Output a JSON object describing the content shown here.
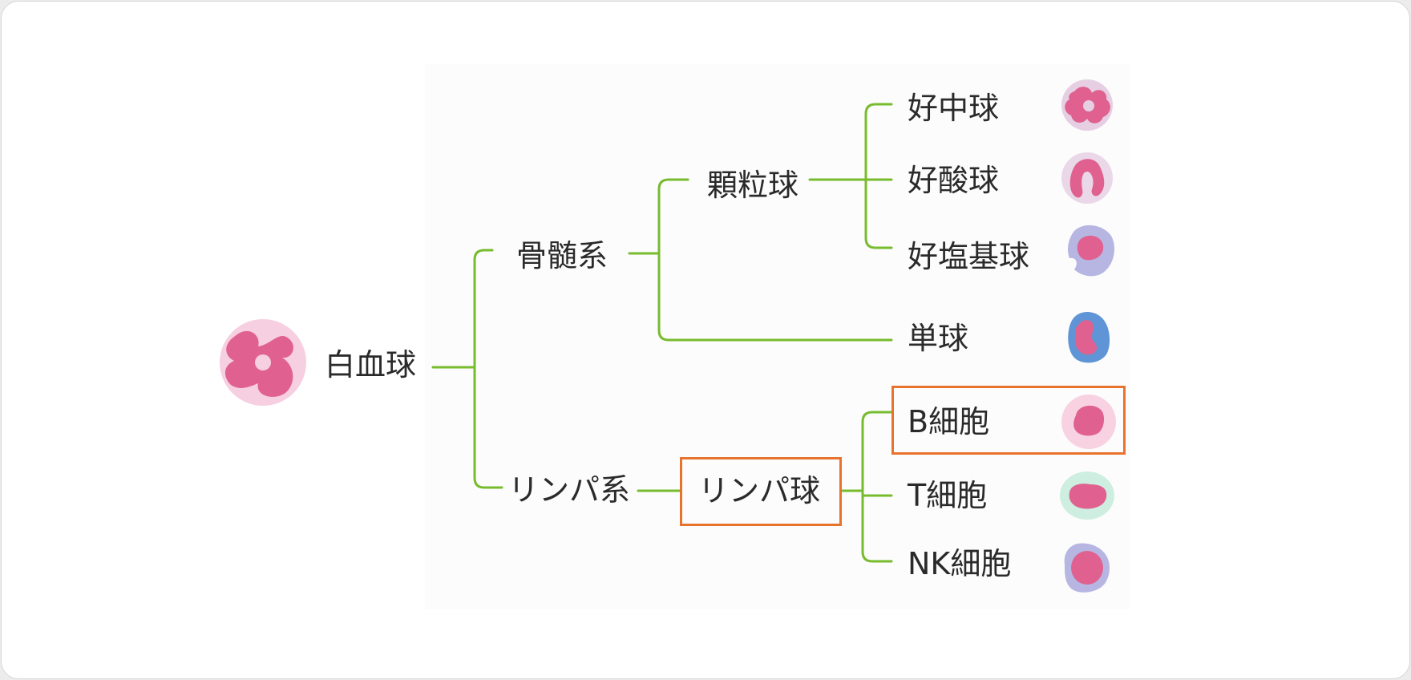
{
  "root": {
    "label": "白血球",
    "icon": "leukocyte-cell-icon"
  },
  "branches": {
    "myeloid": {
      "label": "骨髄系"
    },
    "lymphoid": {
      "label": "リンパ系"
    },
    "granulocyte": {
      "label": "顆粒球"
    },
    "lymphocyte": {
      "label": "リンパ球",
      "highlighted": true
    }
  },
  "leaves": [
    {
      "label": "好中球",
      "icon": "neutrophil-cell-icon"
    },
    {
      "label": "好酸球",
      "icon": "eosinophil-cell-icon"
    },
    {
      "label": "好塩基球",
      "icon": "basophil-cell-icon"
    },
    {
      "label": "単球",
      "icon": "monocyte-cell-icon"
    },
    {
      "label": "B細胞",
      "icon": "b-cell-icon",
      "highlighted": true
    },
    {
      "label": "T細胞",
      "icon": "t-cell-icon"
    },
    {
      "label": "NK細胞",
      "icon": "nk-cell-icon"
    }
  ],
  "colors": {
    "connector": "#77bb2e",
    "highlight": "#e8732d",
    "nucleus": "#e0618f",
    "cell_pink": "#f6cfe0",
    "cell_lavender": "#d9c8e6",
    "cell_periwinkle": "#b7b6e2",
    "cell_blue": "#5f95d6",
    "cell_mint": "#cdeee0"
  }
}
